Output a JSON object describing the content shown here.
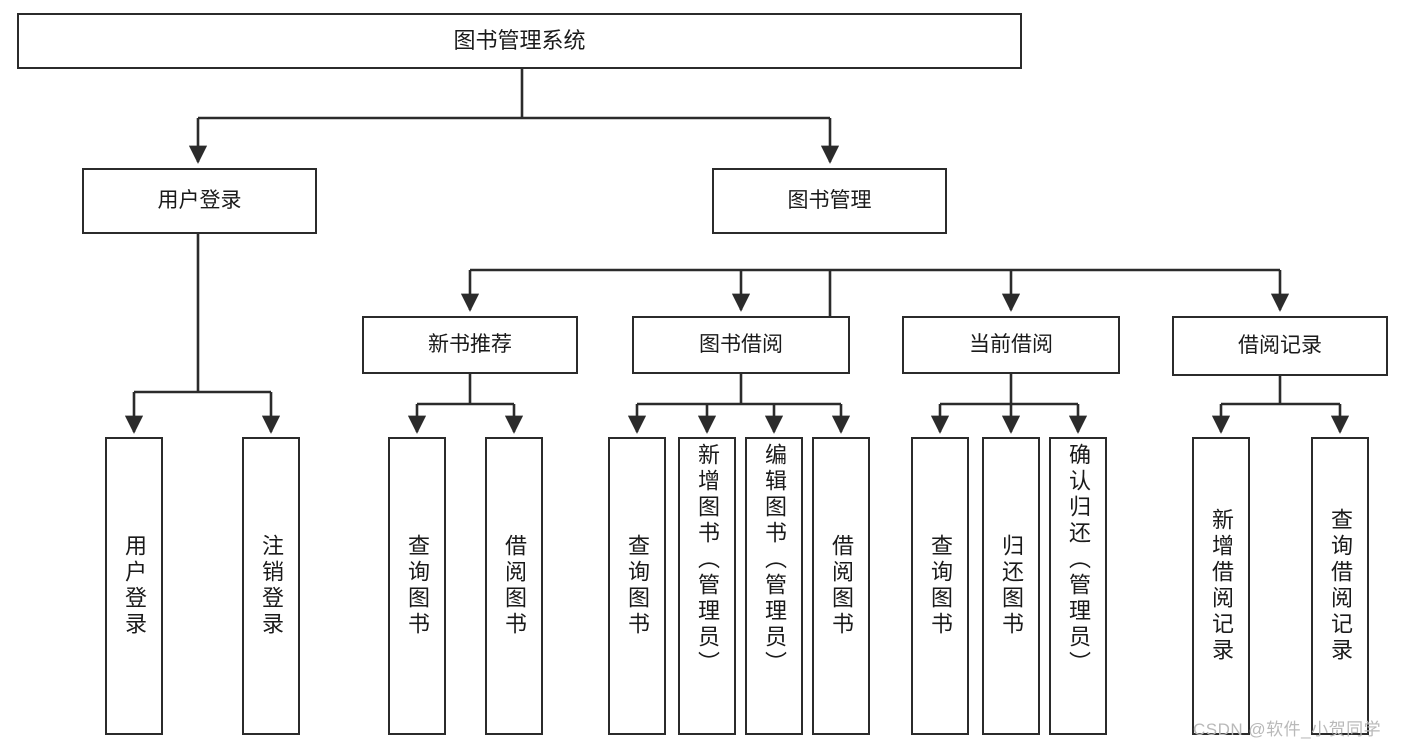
{
  "diagram": {
    "title": "图书管理系统",
    "type": "functional-structure-tree",
    "orientation": "top-down",
    "colors": {
      "node_border": "#2b2b2b",
      "node_fill": "#ffffff",
      "connector": "#2b2b2b",
      "background": "#ffffff",
      "watermark": "#b9b9b9"
    }
  },
  "root": {
    "label": "图书管理系统"
  },
  "level2": [
    {
      "label": "用户登录"
    },
    {
      "label": "图书管理"
    }
  ],
  "level3": [
    {
      "label": "新书推荐"
    },
    {
      "label": "图书借阅"
    },
    {
      "label": "当前借阅"
    },
    {
      "label": "借阅记录"
    }
  ],
  "leaves": {
    "user_login": [
      {
        "label": "用户登录"
      },
      {
        "label": "注销登录"
      }
    ],
    "new_book_recommend": [
      {
        "label": "查询图书"
      },
      {
        "label": "借阅图书"
      }
    ],
    "book_borrow": [
      {
        "label": "查询图书"
      },
      {
        "label": "新增图书（管理员）"
      },
      {
        "label": "编辑图书（管理员）"
      },
      {
        "label": "借阅图书"
      }
    ],
    "current_borrow": [
      {
        "label": "查询图书"
      },
      {
        "label": "归还图书"
      },
      {
        "label": "确认归还（管理员）"
      }
    ],
    "borrow_record": [
      {
        "label": "新增借阅记录"
      },
      {
        "label": "查询借阅记录"
      }
    ]
  },
  "watermark": {
    "text": "CSDN @软件_小贺同学"
  }
}
